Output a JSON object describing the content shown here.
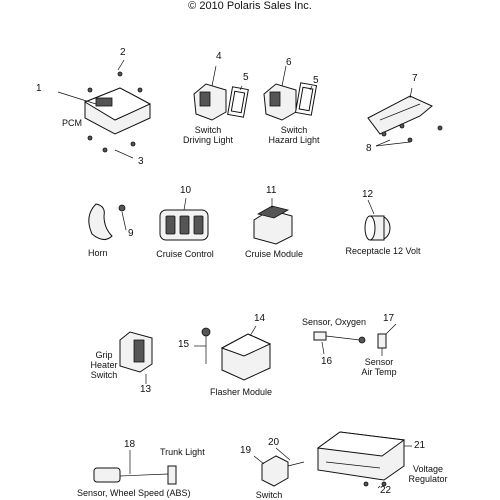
{
  "copyright": "© 2010 Polaris Sales Inc.",
  "callouts": {
    "n1": "1",
    "n2": "2",
    "n3": "3",
    "n4": "4",
    "n5a": "5",
    "n5b": "5",
    "n6": "6",
    "n7": "7",
    "n8": "8",
    "n9": "9",
    "n10": "10",
    "n11": "11",
    "n12": "12",
    "n13": "13",
    "n14": "14",
    "n15": "15",
    "n16": "16",
    "n17": "17",
    "n18": "18",
    "n19": "19",
    "n20": "20",
    "n21": "21",
    "n22": "22"
  },
  "labels": {
    "pcm": "PCM",
    "switch_driving_1": "Switch",
    "switch_driving_2": "Driving Light",
    "switch_hazard_1": "Switch",
    "switch_hazard_2": "Hazard Light",
    "horn": "Horn",
    "cruise_control": "Cruise Control",
    "cruise_module": "Cruise Module",
    "receptacle": "Receptacle 12 Volt",
    "grip_1": "Grip",
    "grip_2": "Heater",
    "grip_3": "Switch",
    "flasher": "Flasher Module",
    "sensor_oxygen": "Sensor, Oxygen",
    "sensor_air_1": "Sensor",
    "sensor_air_2": "Air Temp",
    "trunk_light": "Trunk Light",
    "wheel_speed": "Sensor, Wheel Speed (ABS)",
    "switch_bottom": "Switch",
    "voltage_1": "Voltage",
    "voltage_2": "Regulator"
  }
}
